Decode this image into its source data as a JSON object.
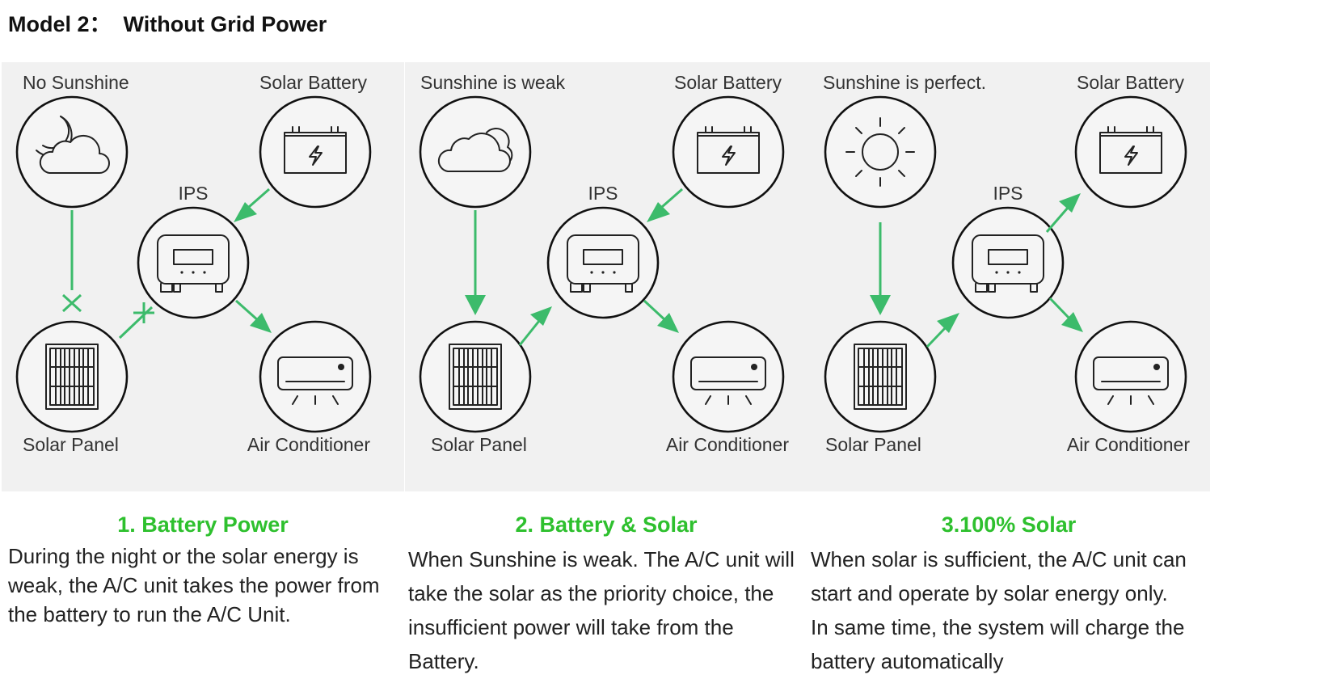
{
  "page": {
    "title": "Model 2：  Without Grid Power"
  },
  "colors": {
    "flow": "#3cbb6b",
    "caption": "#2ec02e",
    "panel_bg": "#f1f1f1"
  },
  "panels": [
    {
      "status_label": "No Sunshine",
      "battery_label": "Solar Battery",
      "ips_label": "IPS",
      "panel_label": "Solar Panel",
      "ac_label": "Air Conditioner",
      "weather_icon": "moon-cloud-icon",
      "caption": "1. Battery Power",
      "description": "During the night or the solar energy is weak, the A/C unit takes the power from the battery to run the A/C Unit."
    },
    {
      "status_label": "Sunshine is weak",
      "battery_label": "Solar Battery",
      "ips_label": "IPS",
      "panel_label": "Solar Panel",
      "ac_label": "Air Conditioner",
      "weather_icon": "cloud-icon",
      "caption": "2. Battery & Solar",
      "description": "When Sunshine is weak. The A/C unit will take the solar as the priority choice, the insufficient power will take from the Battery."
    },
    {
      "status_label": "Sunshine is perfect.",
      "battery_label": "Solar Battery",
      "ips_label": "IPS",
      "panel_label": "Solar Panel",
      "ac_label": "Air Conditioner",
      "weather_icon": "sun-icon",
      "caption": "3.100% Solar",
      "description": "When solar is sufficient, the A/C unit can start and operate by solar energy only. In same time, the system will charge the battery automatically"
    }
  ]
}
